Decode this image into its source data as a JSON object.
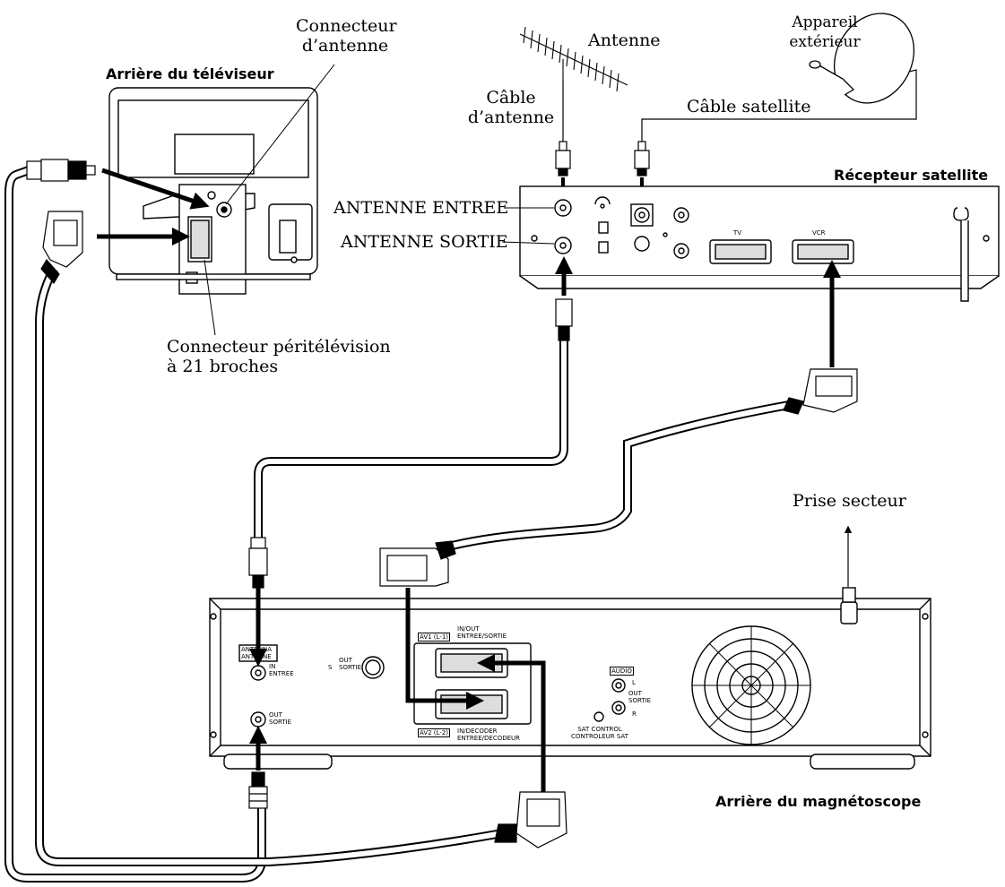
{
  "tv": {
    "title": "Arrière du téléviseur",
    "antenna_connector": "Connecteur\nd’antenne",
    "scart_connector": "Connecteur péritélévision\nà 21 broches"
  },
  "antenna": {
    "label": "Antenne",
    "cable": "Câble\nd’antenne"
  },
  "satellite_dish": {
    "label": "Appareil\nextérieur",
    "cable": "Câble satellite"
  },
  "receiver": {
    "title": "Récepteur satellite",
    "antenna_in": "ANTENNE ENTREE",
    "antenna_out": "ANTENNE SORTIE",
    "tv_port": "TV",
    "vcr_port": "VCR"
  },
  "mains": {
    "label": "Prise secteur"
  },
  "vcr": {
    "title": "Arrière du magnétoscope",
    "antenna_box": "ANTENNA\nANTENNE",
    "in_label": "IN\nENTREE",
    "out_label": "OUT\nSORTIE",
    "s_label": "S",
    "s_out_label": "OUT\nSORTIE",
    "av1_tag": "AV1 (L-1)",
    "av1_desc": "IN/OUT\nENTREE/SORTIE",
    "av2_tag": "AV2 (L-2)",
    "av2_desc": "IN/DECODER\nENTREE/DECODEUR",
    "audio_tag": "AUDIO",
    "audio_l": "L",
    "audio_out": "OUT\nSORTIE",
    "audio_r": "R",
    "sat_control": "SAT CONTROL\nCONTROLEUR SAT"
  }
}
